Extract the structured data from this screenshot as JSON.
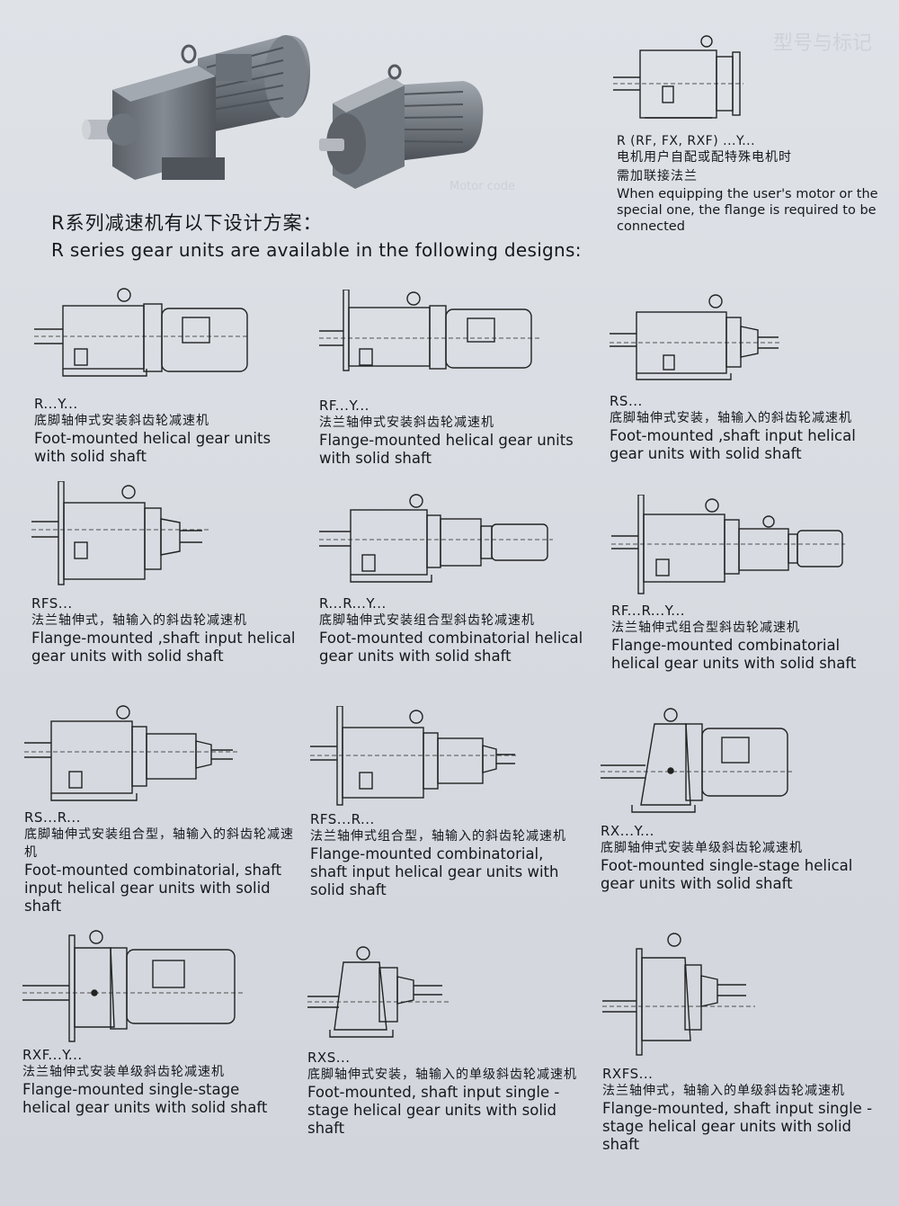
{
  "heading": {
    "cn": "R系列减速机有以下设计方案：",
    "en": "R series gear units are available in the following designs:"
  },
  "note": {
    "code": "R (RF, FX, RXF) ...Y...",
    "cn1": "电机用户自配或配特殊电机时",
    "cn2": "需加联接法兰",
    "en": "When equipping the user's motor or the special one, the flange is required to be connected"
  },
  "designs": [
    {
      "code": "R...Y...",
      "cn": "底脚轴伸式安装斜齿轮减速机",
      "en": "Foot-mounted helical gear units with solid shaft"
    },
    {
      "code": "RF...Y...",
      "cn": "法兰轴伸式安装斜齿轮减速机",
      "en": "Flange-mounted helical gear units with solid shaft"
    },
    {
      "code": "RS...",
      "cn": "底脚轴伸式安装，轴输入的斜齿轮减速机",
      "en": "Foot-mounted ,shaft input helical gear units with solid shaft"
    },
    {
      "code": "RFS...",
      "cn": "法兰轴伸式，轴输入的斜齿轮减速机",
      "en": "Flange-mounted ,shaft input helical gear units with solid shaft"
    },
    {
      "code": "R...R...Y...",
      "cn": "底脚轴伸式安装组合型斜齿轮减速机",
      "en": "Foot-mounted combinatorial helical gear units with solid shaft"
    },
    {
      "code": "RF...R...Y...",
      "cn": "法兰轴伸式组合型斜齿轮减速机",
      "en": "Flange-mounted combinatorial helical gear units with solid shaft"
    },
    {
      "code": "RS...R...",
      "cn": "底脚轴伸式安装组合型，轴输入的斜齿轮减速机",
      "en": "Foot-mounted combinatorial, shaft input helical gear units with solid shaft"
    },
    {
      "code": "RFS...R...",
      "cn": "法兰轴伸式组合型，轴输入的斜齿轮减速机",
      "en": "Flange-mounted combinatorial, shaft input helical gear units with solid shaft"
    },
    {
      "code": "RX...Y...",
      "cn": "底脚轴伸式安装单级斜齿轮减速机",
      "en": "Foot-mounted single-stage helical gear units with solid shaft"
    },
    {
      "code": "RXF...Y...",
      "cn": "法兰轴伸式安装单级斜齿轮减速机",
      "en": "Flange-mounted single-stage helical gear units with solid shaft"
    },
    {
      "code": "RXS...",
      "cn": "底脚轴伸式安装，轴输入的单级斜齿轮减速机",
      "en": "Foot-mounted, shaft input single -stage helical gear units with solid shaft"
    },
    {
      "code": "RXFS...",
      "cn": "法兰轴伸式，轴输入的单级斜齿轮减速机",
      "en": "Flange-mounted, shaft input single -stage helical gear units with solid shaft"
    }
  ]
}
